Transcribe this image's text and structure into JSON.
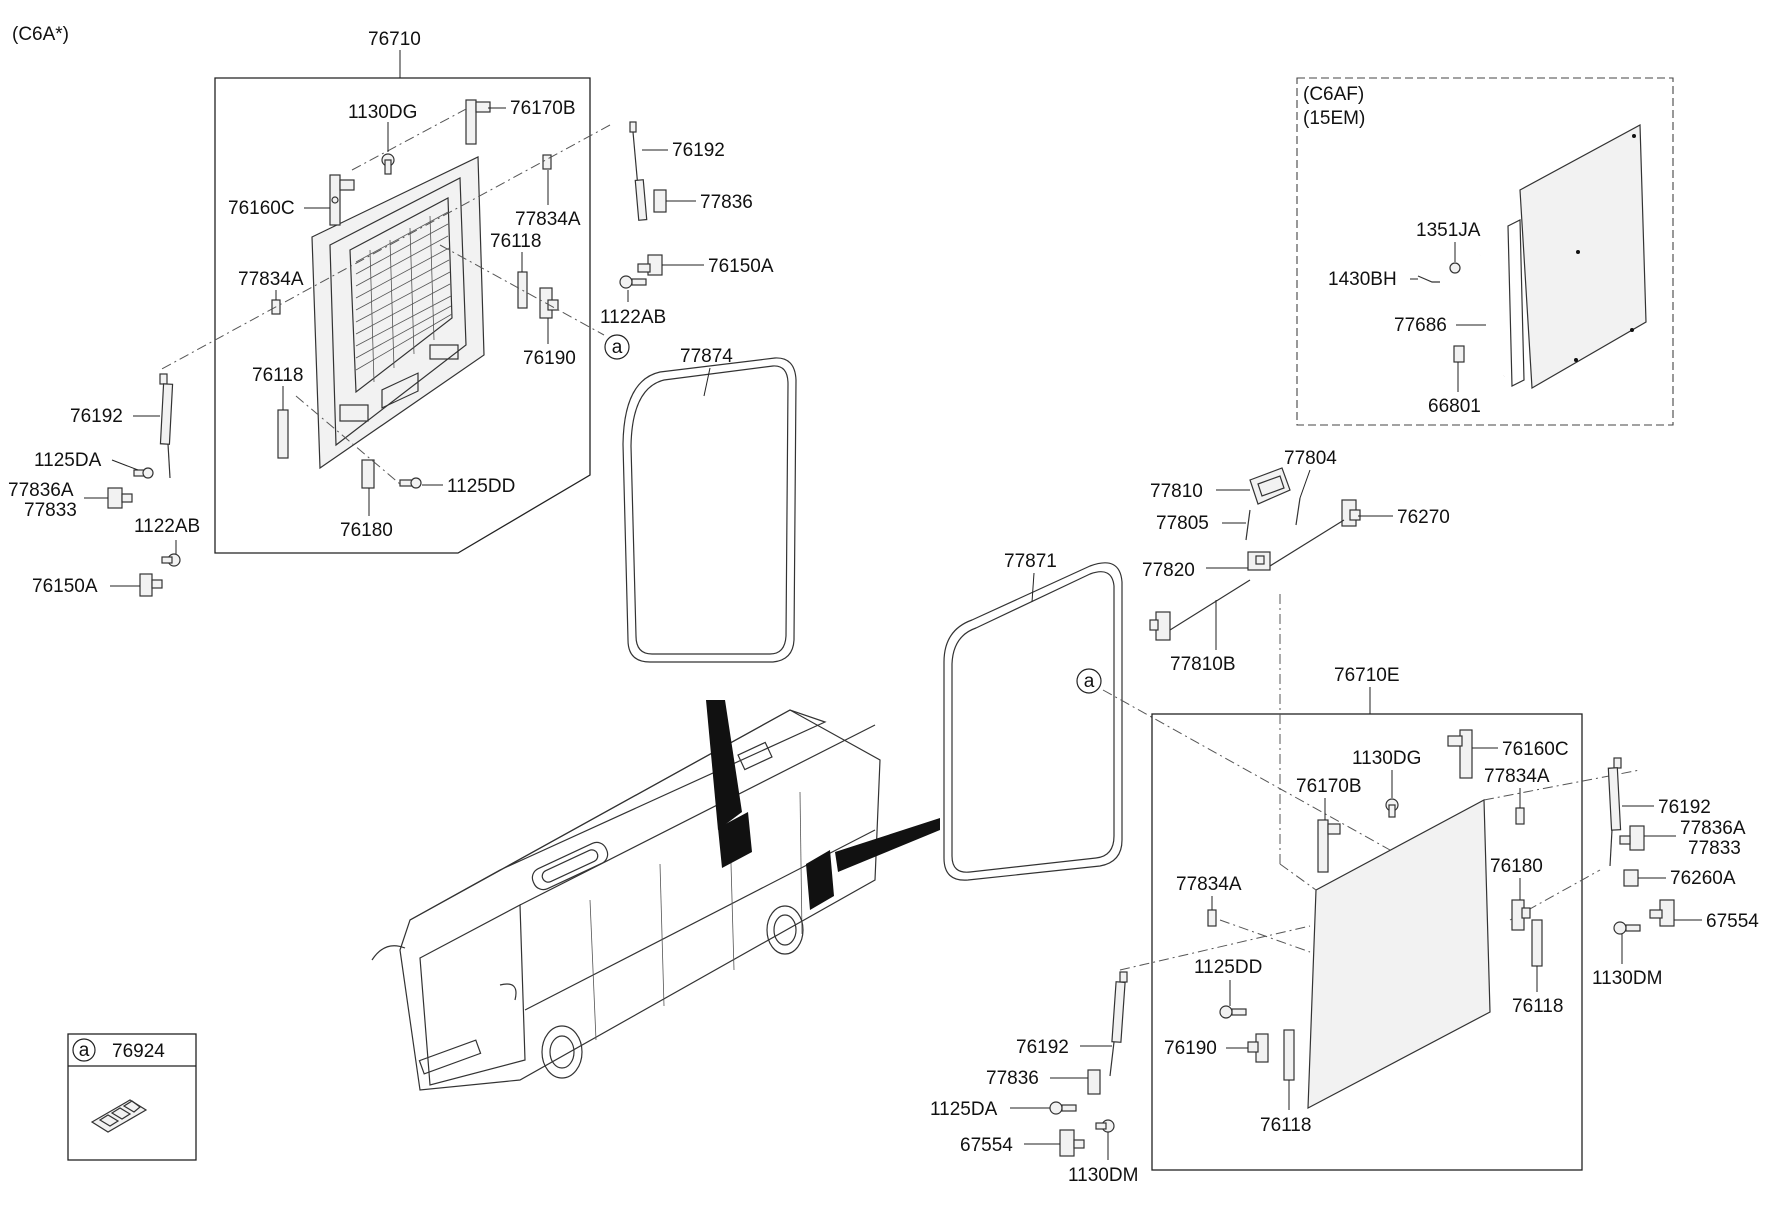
{
  "variant": "(C6A*)",
  "assemblies": {
    "top": "76710",
    "bottom": "76710E",
    "inset_variant": "(C6AF)",
    "inset_engine": "(15EM)"
  },
  "labels": {
    "l_1130DG_t": "1130DG",
    "l_76170B_t": "76170B",
    "l_76192_tr": "76192",
    "l_77836_tr": "77836",
    "l_76160C_t": "76160C",
    "l_77834A_tr": "77834A",
    "l_76118_tm": "76118",
    "l_77834A_tl": "77834A",
    "l_76150A_tr": "76150A",
    "l_1122AB_tr": "1122AB",
    "l_76190_t": "76190",
    "l_77874": "77874",
    "l_76192_l": "76192",
    "l_76118_tl": "76118",
    "l_1125DA_l": "1125DA",
    "l_77836A_l": "77836A",
    "l_77833_l": "77833",
    "l_1125DD_t": "1125DD",
    "l_1122AB_l": "1122AB",
    "l_76180_t": "76180",
    "l_76150A_l": "76150A",
    "l_1351JA": "1351JA",
    "l_1430BH": "1430BH",
    "l_77686": "77686",
    "l_66801": "66801",
    "l_77804": "77804",
    "l_77810": "77810",
    "l_77805": "77805",
    "l_76270": "76270",
    "l_77820": "77820",
    "l_77871": "77871",
    "l_77810B": "77810B",
    "l_1130DG_b": "1130DG",
    "l_76160C_b": "76160C",
    "l_76170B_b": "76170B",
    "l_77834A_br": "77834A",
    "l_76192_br": "76192",
    "l_77836A_br": "77836A",
    "l_77833_br": "77833",
    "l_76180_b": "76180",
    "l_76260A": "76260A",
    "l_77834A_bl": "77834A",
    "l_67554_r": "67554",
    "l_1130DM_r": "1130DM",
    "l_1125DD_b": "1125DD",
    "l_76118_br": "76118",
    "l_76192_bl": "76192",
    "l_76190_b": "76190",
    "l_77836_b": "77836",
    "l_1125DA_b": "1125DA",
    "l_76118_bb": "76118",
    "l_67554_b": "67554",
    "l_1130DM_b": "1130DM"
  },
  "reference_marker": "a",
  "legend": {
    "marker": "a",
    "part": "76924"
  }
}
